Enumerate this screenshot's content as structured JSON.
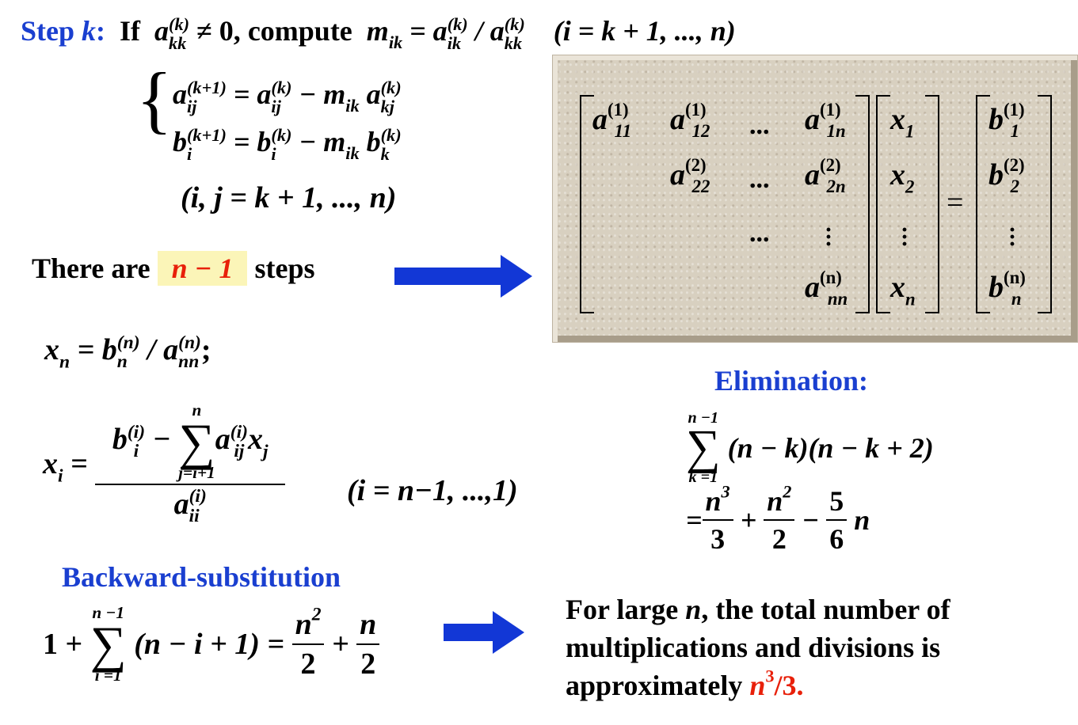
{
  "step": {
    "label": "Step",
    "var": "k",
    "colon": ":",
    "if_word": "If",
    "compute_word": "compute"
  },
  "update": {
    "range": "(i, j = k + 1, ..., n)"
  },
  "steps_line": {
    "prefix": "There are",
    "count": "n − 1",
    "suffix": "steps"
  },
  "matrix": {
    "rows": [
      [
        "a11(1)",
        "a12(1)",
        "...",
        "a1n(1)"
      ],
      [
        "",
        "a22(2)",
        "...",
        "a2n(2)"
      ],
      [
        "",
        "",
        "...",
        "⋮"
      ],
      [
        "",
        "",
        "",
        "ann(n)"
      ]
    ]
  },
  "elimination": {
    "title": "Elimination:"
  },
  "backward": {
    "title": "Backward-substitution",
    "range": "(i = n−1, ...,1)"
  },
  "conclusion": {
    "line1": "For large ",
    "line1_var": "n",
    "line1_rest": ", the total number of",
    "line2": "multiplications and divisions is",
    "line3": "approximately ",
    "line3_var": "n",
    "line3_exp": "3",
    "line3_rest": "/3."
  },
  "colors": {
    "blue": "#1a3fd0",
    "red": "#e8200a",
    "highlight": "#fbf5b8",
    "arrow": "#1237d6",
    "stone": "#d8d0c0"
  }
}
